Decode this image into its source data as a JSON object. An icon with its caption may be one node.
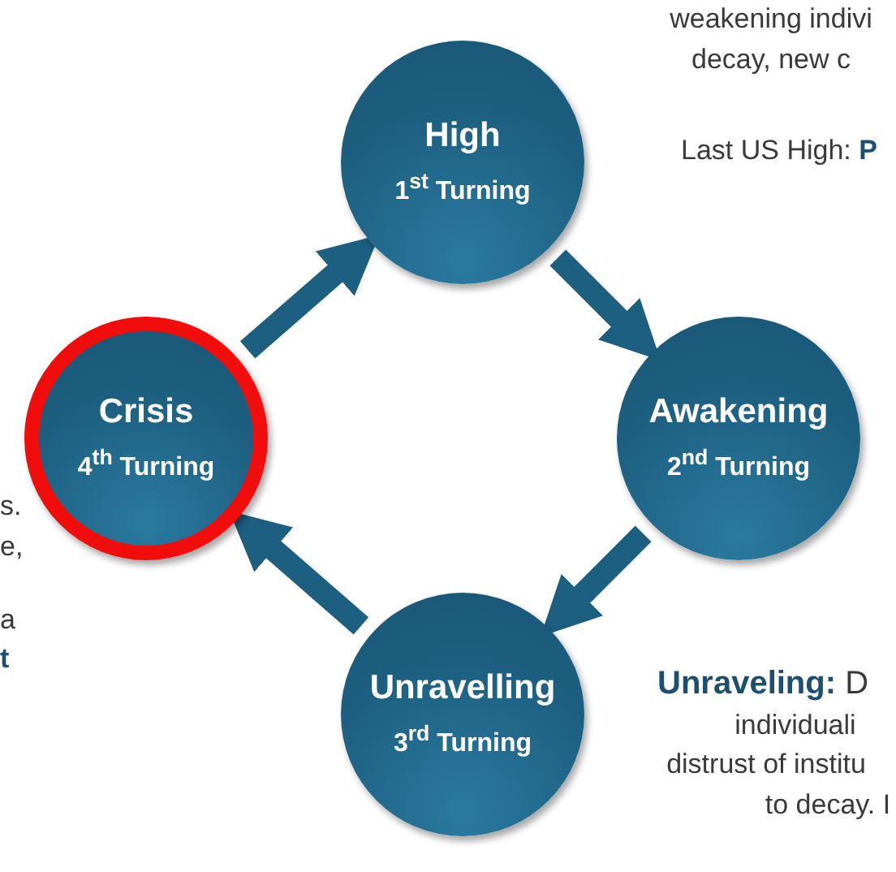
{
  "diagram": {
    "nodes": [
      {
        "text": [
          "High",
          "1$^{st}$ Turning"
        ]
      },
      {
        "text": [
          "Awakening",
          "2$^{nd}$ Turning"
        ]
      },
      {
        "text": [
          "Unravelling",
          "3$^{rd}$ Turning"
        ]
      },
      {
        "text": [
          "Crisis",
          "4$^{th}$ Turning"
        ]
      }
    ],
    "edges": [
      {
        "from": 0,
        "to": 1,
        "arrow": "to"
      },
      {
        "from": 1,
        "to": 2,
        "arrow": "to"
      },
      {
        "from": 2,
        "to": 3,
        "arrow": "to"
      },
      {
        "from": 3,
        "to": 0,
        "arrow": "to"
      }
    ],
    "labels": [
      "weakening indivi",
      "decay, new c",
      "Last US High: **P**",
      "s.",
      "e,",
      "a",
      "t",
      "**Unraveling:** D",
      "individuali",
      "distrust of institu",
      "to decay. I"
    ]
  }
}
